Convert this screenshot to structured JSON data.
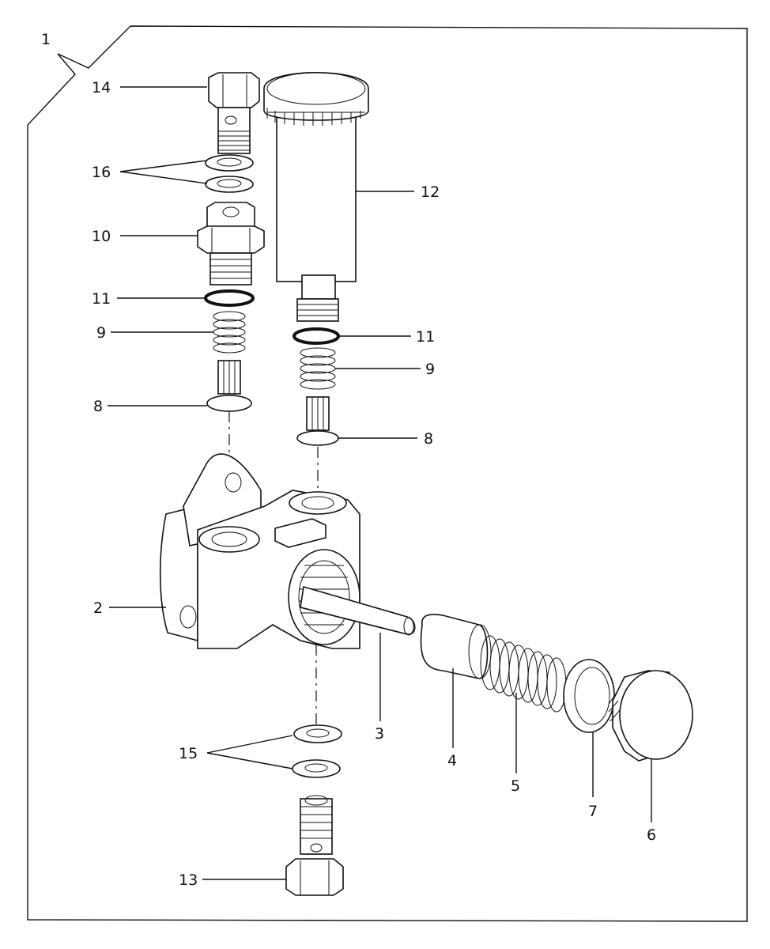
{
  "labels": {
    "l1": "1",
    "l2": "2",
    "l3": "3",
    "l4": "4",
    "l5": "5",
    "l6": "6",
    "l7": "7",
    "l8a": "8",
    "l8b": "8",
    "l9a": "9",
    "l9b": "9",
    "l10": "10",
    "l11a": "11",
    "l11b": "11",
    "l12": "12",
    "l13": "13",
    "l14": "14",
    "l15": "15",
    "l16": "16"
  }
}
